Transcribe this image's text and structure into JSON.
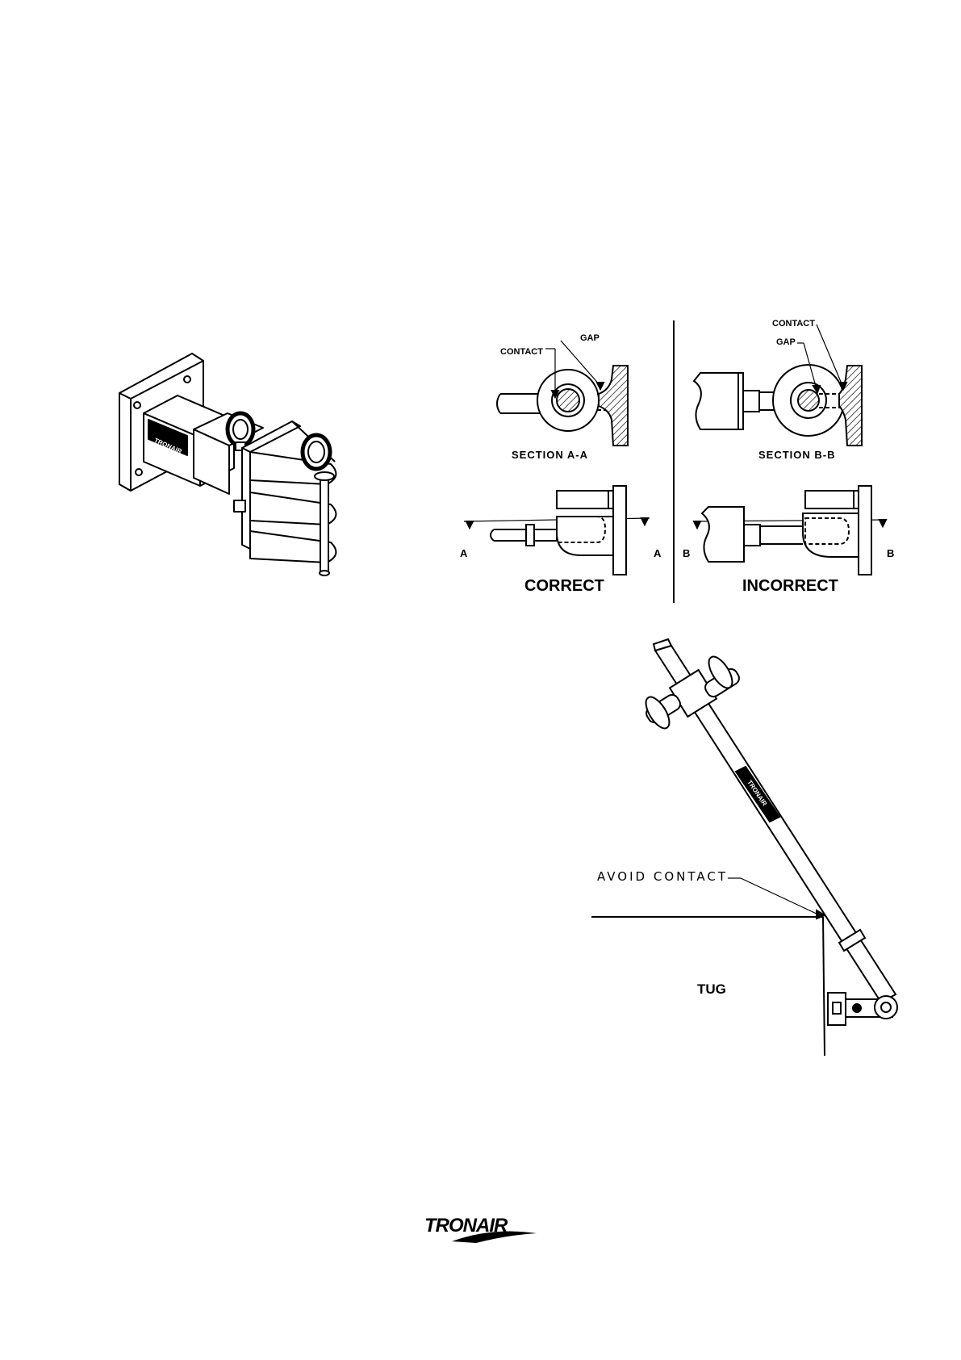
{
  "iso_view": {
    "plate_label": "TRONAIR"
  },
  "correct_view": {
    "contact_label": "CONTACT",
    "gap_label": "GAP",
    "section_title": "SECTION A-A",
    "left_arrow_label": "A",
    "right_arrow_label": "A",
    "caption": "CORRECT"
  },
  "incorrect_view": {
    "contact_label": "CONTACT",
    "gap_label": "GAP",
    "section_title": "SECTION B-B",
    "left_arrow_label": "B",
    "right_arrow_label": "B",
    "caption": "INCORRECT"
  },
  "tug_view": {
    "avoid_label": "AVOID CONTACT",
    "tug_label": "TUG",
    "bar_label": "TRONAIR"
  },
  "footer": {
    "brand": "TRONAIR"
  }
}
